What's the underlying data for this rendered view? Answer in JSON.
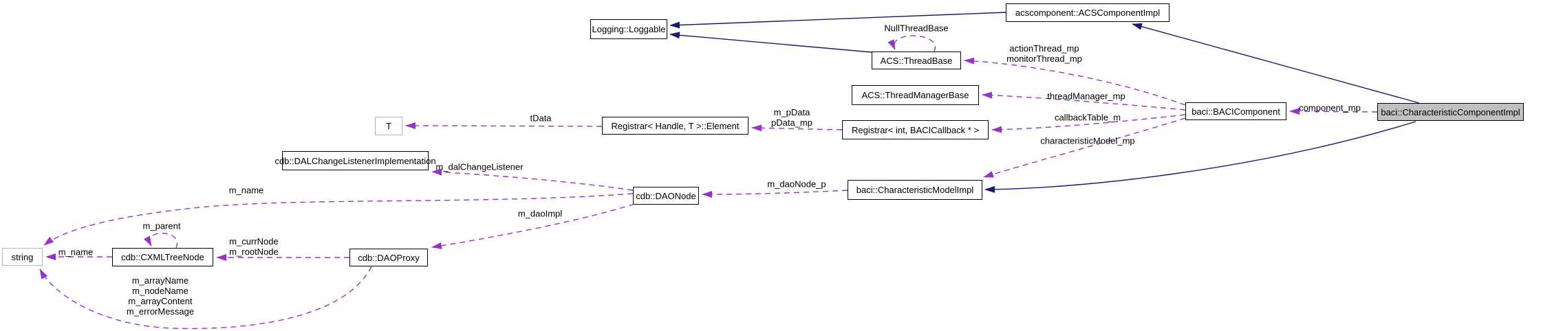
{
  "diagram": {
    "kind": "uml-collaboration-graph",
    "colors": {
      "inheritance_edge": "#191970",
      "usage_edge": "#9932cc",
      "node_border": "#000000",
      "external_node_border": "#b4b4b4",
      "current_node_fill": "#bfbfbf",
      "background": "#ffffff",
      "text": "#000000"
    },
    "nodes": [
      {
        "id": "loggable",
        "label": "Logging::Loggable",
        "style": "normal"
      },
      {
        "id": "acscomponentimpl",
        "label": "acscomponent::ACSComponentImpl",
        "style": "normal"
      },
      {
        "id": "threadbase",
        "label": "ACS::ThreadBase",
        "style": "normal"
      },
      {
        "id": "threadmanagerbase",
        "label": "ACS::ThreadManagerBase",
        "style": "normal"
      },
      {
        "id": "registrar-int-bacicallback",
        "label": "Registrar< int, BACICallback * >",
        "style": "normal"
      },
      {
        "id": "registrar-element",
        "label": "Registrar< Handle, T >::Element",
        "style": "normal"
      },
      {
        "id": "t",
        "label": "T",
        "style": "external"
      },
      {
        "id": "bacicomponent",
        "label": "baci::BACIComponent",
        "style": "normal"
      },
      {
        "id": "characteristiccomponentimpl",
        "label": "baci::CharacteristicComponentImpl",
        "style": "current"
      },
      {
        "id": "dalchangelistenerimpl",
        "label": "cdb::DALChangeListenerImplementation",
        "style": "normal"
      },
      {
        "id": "daonode",
        "label": "cdb::DAONode",
        "style": "normal"
      },
      {
        "id": "characteristicmodelimpl",
        "label": "baci::CharacteristicModelImpl",
        "style": "normal"
      },
      {
        "id": "string",
        "label": "string",
        "style": "external"
      },
      {
        "id": "cxmltreenode",
        "label": "cdb::CXMLTreeNode",
        "style": "normal"
      },
      {
        "id": "daoproxy",
        "label": "cdb::DAOProxy",
        "style": "normal"
      }
    ],
    "edge_labels": [
      {
        "id": "nullthreadbase",
        "text": "NullThreadBase"
      },
      {
        "id": "actionthread",
        "text": "actionThread_mp\nmonitorThread_mp"
      },
      {
        "id": "threadmanager",
        "text": "threadManager_mp"
      },
      {
        "id": "callbacktable",
        "text": "callbackTable_m"
      },
      {
        "id": "characteristicmodel",
        "text": "characteristicModel_mp"
      },
      {
        "id": "component",
        "text": "component_mp"
      },
      {
        "id": "tdata",
        "text": "tData"
      },
      {
        "id": "mpdata",
        "text": "m_pData\npData_mp"
      },
      {
        "id": "dalchangelistener",
        "text": "m_dalChangeListener"
      },
      {
        "id": "daonode-p",
        "text": "m_daoNode_p"
      },
      {
        "id": "mname-daonode",
        "text": "m_name"
      },
      {
        "id": "daoimpl",
        "text": "m_daoImpl"
      },
      {
        "id": "mparent",
        "text": "m_parent"
      },
      {
        "id": "currnode",
        "text": "m_currNode\nm_rootNode"
      },
      {
        "id": "mname-tree",
        "text": "m_name"
      },
      {
        "id": "arraynames",
        "text": "m_arrayName\nm_nodeName\nm_arrayContent\nm_errorMessage"
      }
    ]
  }
}
